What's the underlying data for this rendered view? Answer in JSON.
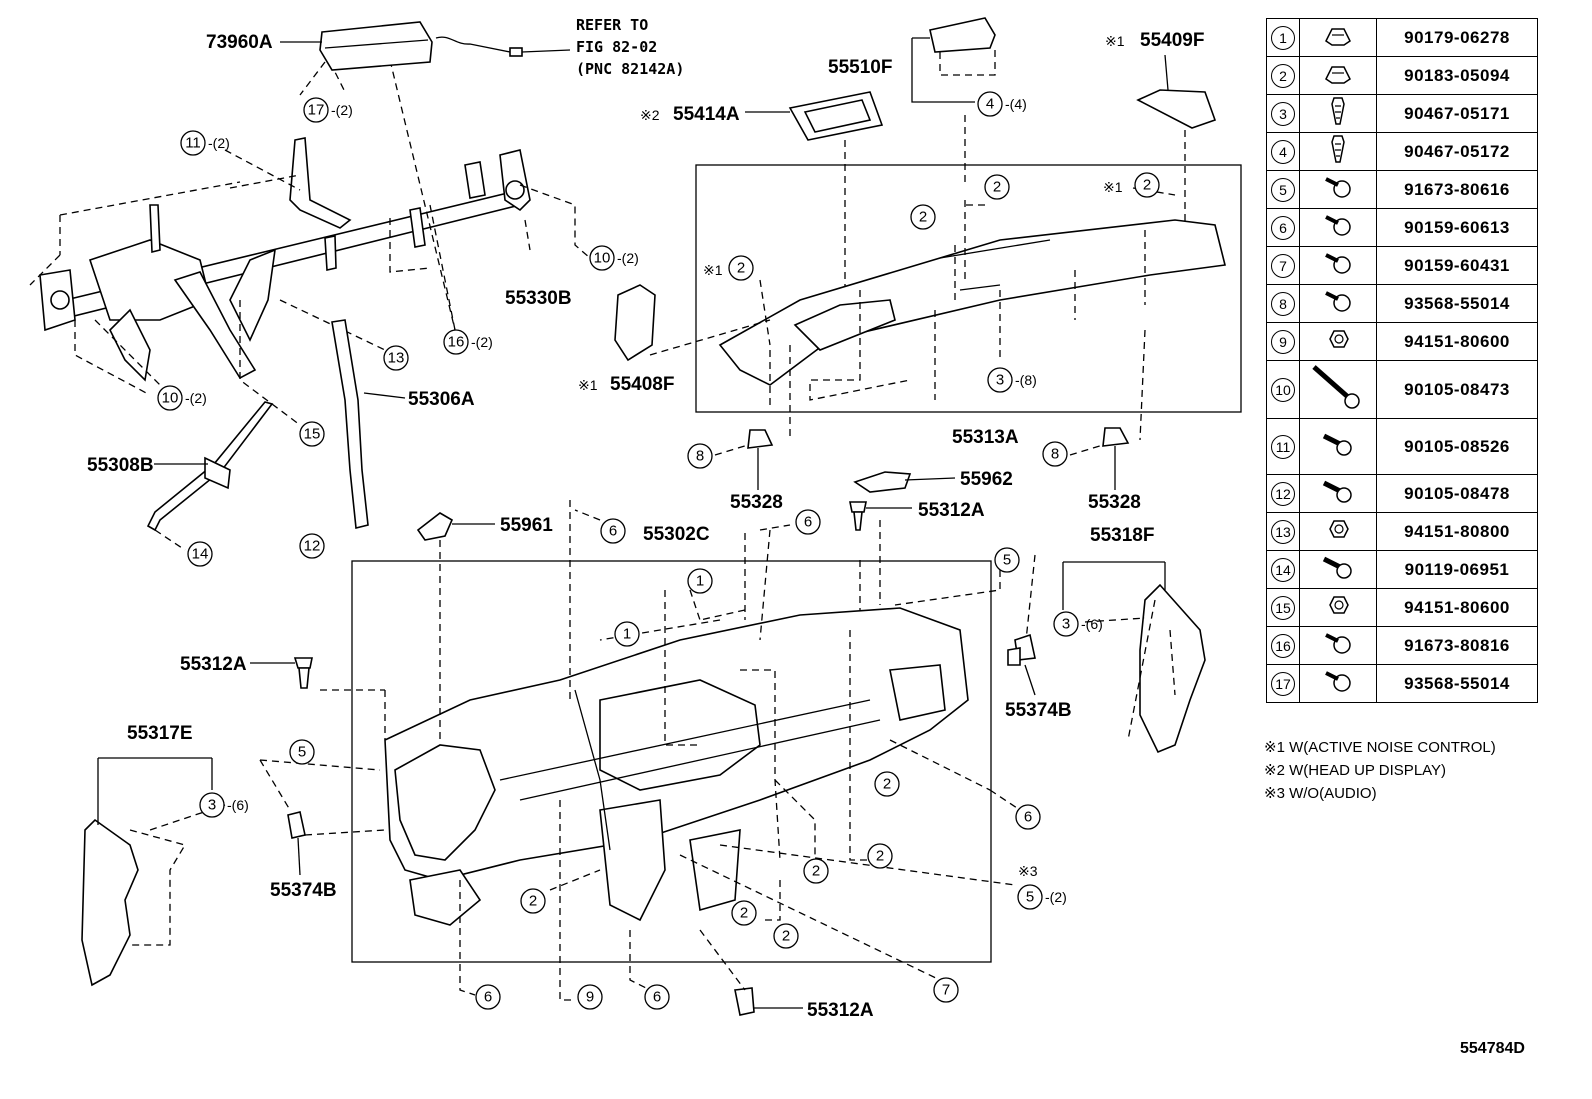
{
  "labels": {
    "p73960A": "73960A",
    "refer1": "REFER TO",
    "refer2": "FIG 82-02",
    "refer3": "(PNC 82142A)",
    "p55510F": "55510F",
    "p55414A_mark": "※2",
    "p55414A": "55414A",
    "p55409F_mark": "※1",
    "p55409F": "55409F",
    "p55330B": "55330B",
    "p55408F_mark": "※1",
    "p55408F": "55408F",
    "p55306A": "55306A",
    "p55308B": "55308B",
    "p55313A": "55313A",
    "p55328_a": "55328",
    "p55328_b": "55328",
    "p55962": "55962",
    "p55961": "55961",
    "p55302C": "55302C",
    "p55312A_a": "55312A",
    "p55312A_b": "55312A",
    "p55312A_c": "55312A",
    "p55318F": "55318F",
    "p55374B_a": "55374B",
    "p55374B_b": "55374B",
    "p55317E": "55317E",
    "mark1_a": "※1",
    "mark1_b": "※1",
    "mark3": "※3"
  },
  "callouts": {
    "c17": "17",
    "c11": "11",
    "c4": "4",
    "c10a": "10",
    "c10b": "10",
    "c16": "16",
    "c13": "13",
    "c15": "15",
    "c14": "14",
    "c12": "12",
    "c2a": "2",
    "c2b": "2",
    "c2c": "2",
    "c2d": "2",
    "c3a": "3",
    "c8a": "8",
    "c8b": "8",
    "c6a": "6",
    "c6b": "6",
    "c1a": "1",
    "c1b": "1",
    "c5a": "5",
    "c5b": "5",
    "c5c": "5",
    "c3b": "3",
    "c3c": "3",
    "c2e": "2",
    "c2f": "2",
    "c2g": "2",
    "c2h": "2",
    "c2i": "2",
    "c2j": "2",
    "c6c": "6",
    "c6d": "6",
    "c6e": "6",
    "c9": "9",
    "c7": "7"
  },
  "quantities": {
    "q17": "-(2)",
    "q11": "-(2)",
    "q4": "-(4)",
    "q10a": "-(2)",
    "q10b": "-(2)",
    "q16": "-(2)",
    "q3a": "-(8)",
    "q3b": "-(6)",
    "q3c": "-(6)",
    "q5c": "-(2)"
  },
  "legend": [
    {
      "num": "1",
      "icon": "clip-nut-icon",
      "part": "90179-06278"
    },
    {
      "num": "2",
      "icon": "clip-nut-icon",
      "part": "90183-05094"
    },
    {
      "num": "3",
      "icon": "push-clip-icon",
      "part": "90467-05171"
    },
    {
      "num": "4",
      "icon": "push-clip-icon",
      "part": "90467-05172"
    },
    {
      "num": "5",
      "icon": "screw-icon",
      "part": "91673-80616"
    },
    {
      "num": "6",
      "icon": "screw-icon",
      "part": "90159-60613"
    },
    {
      "num": "7",
      "icon": "screw-icon",
      "part": "90159-60431"
    },
    {
      "num": "8",
      "icon": "screw-icon",
      "part": "93568-55014"
    },
    {
      "num": "9",
      "icon": "nut-icon",
      "part": "94151-80600"
    },
    {
      "num": "10",
      "icon": "long-bolt-icon",
      "part": "90105-08473"
    },
    {
      "num": "11",
      "icon": "bolt-icon",
      "part": "90105-08526"
    },
    {
      "num": "12",
      "icon": "bolt-icon",
      "part": "90105-08478"
    },
    {
      "num": "13",
      "icon": "nut-icon",
      "part": "94151-80800"
    },
    {
      "num": "14",
      "icon": "bolt-icon",
      "part": "90119-06951"
    },
    {
      "num": "15",
      "icon": "nut-icon",
      "part": "94151-80600"
    },
    {
      "num": "16",
      "icon": "screw-icon",
      "part": "91673-80816"
    },
    {
      "num": "17",
      "icon": "screw-icon",
      "part": "93568-55014"
    }
  ],
  "notes": [
    "※1 W(ACTIVE NOISE CONTROL)",
    "※2 W(HEAD UP DISPLAY)",
    "※3 W/O(AUDIO)"
  ],
  "catalog_id": "554784D"
}
